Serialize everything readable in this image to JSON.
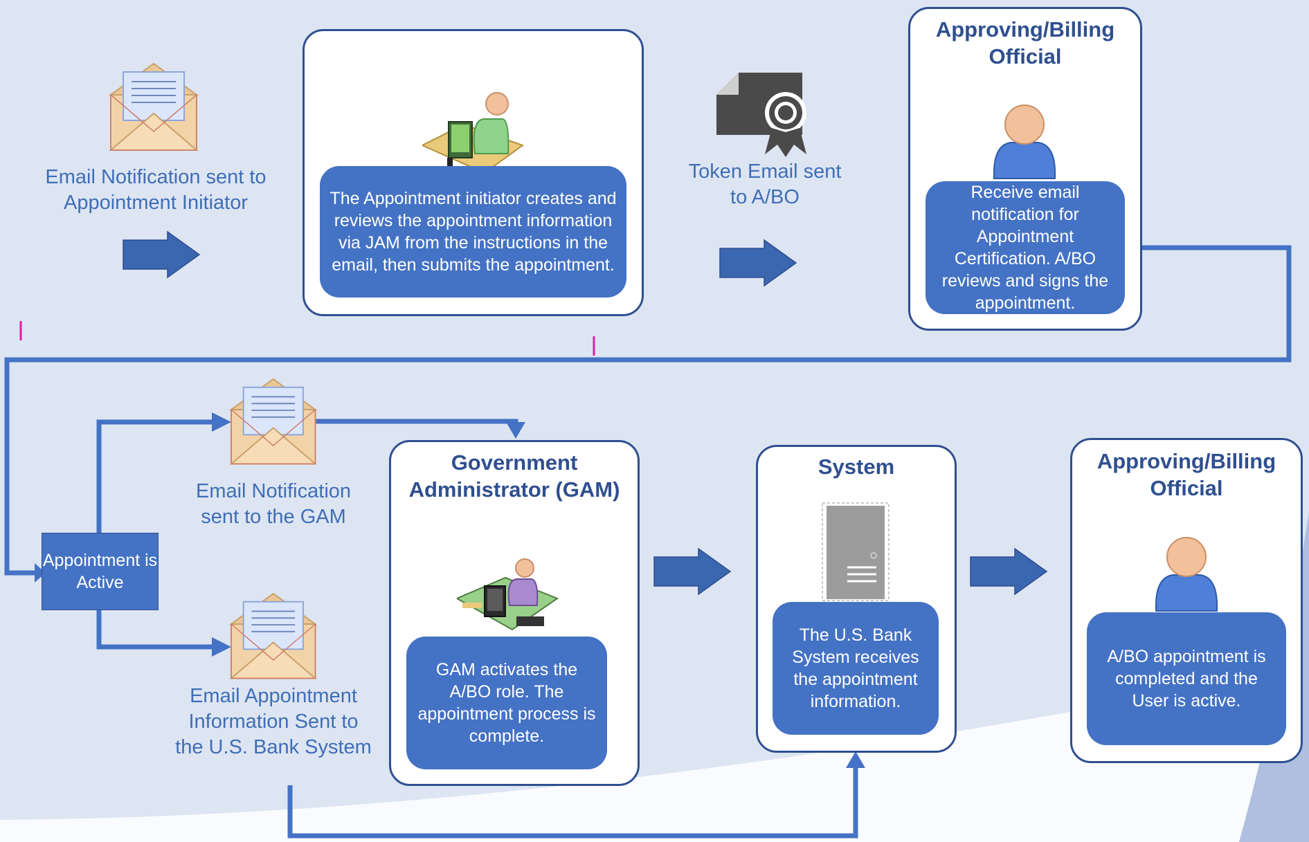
{
  "labels": {
    "email_to_initiator": "Email Notification sent to Appointment Initiator",
    "token_email": "Token Email sent to A/BO",
    "email_to_gam": "Email Notification sent to the GAM",
    "email_to_bank": "Email Appointment Information Sent to the U.S. Bank System"
  },
  "initiator_box": {
    "description": "The Appointment initiator creates and reviews the appointment information via JAM from the instructions in the email, then submits the appointment."
  },
  "abo_box_1": {
    "title": "Approving/Billing Official",
    "description": "Receive email notification for Appointment Certification. A/BO reviews and signs the appointment."
  },
  "appointment_active": {
    "label": "Appointment is Active"
  },
  "gam_box": {
    "title": "Government Administrator (GAM)",
    "description": "GAM activates the A/BO role. The appointment process is complete."
  },
  "system_box": {
    "title": "System",
    "description": "The U.S. Bank System receives the appointment information."
  },
  "abo_box_2": {
    "title": "Approving/Billing Official",
    "description": "A/BO appointment is completed and the User is active."
  },
  "icons": [
    "envelope-icon",
    "computer-user-icon",
    "certificate-icon",
    "person-icon",
    "server-icon",
    "arrow-right-icon"
  ],
  "colors": {
    "accent": "#4472c4",
    "border": "#2f4f8f",
    "background": "#dde5f3",
    "label_text": "#3f6eb6"
  }
}
